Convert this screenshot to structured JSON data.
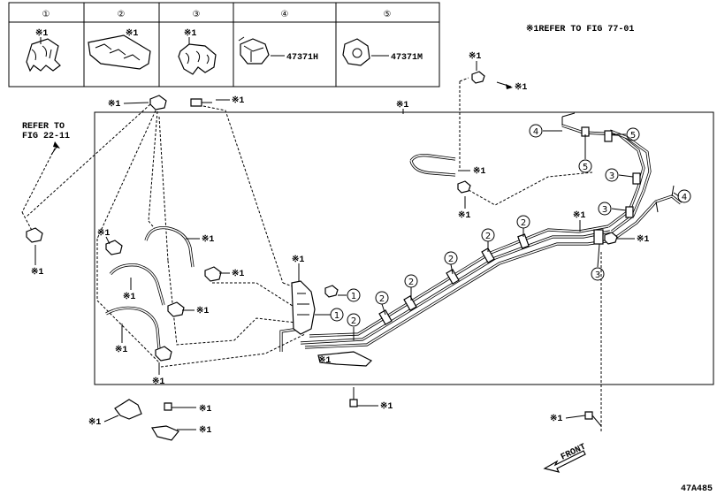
{
  "legend": {
    "cells": [
      {
        "num": "①",
        "mark": "※1",
        "code": ""
      },
      {
        "num": "②",
        "mark": "※1",
        "code": ""
      },
      {
        "num": "③",
        "mark": "※1",
        "code": ""
      },
      {
        "num": "④",
        "mark": "",
        "code": "47371H"
      },
      {
        "num": "⑤",
        "mark": "",
        "code": "47371M"
      }
    ]
  },
  "refs": {
    "fig77": "※1REFER TO FIG 77-01",
    "fig22_line1": "REFER TO",
    "fig22_line2": "FIG 22-11"
  },
  "mark": "※1",
  "callouts": {
    "c1": "1",
    "c2": "2",
    "c3": "3",
    "c4": "4",
    "c5": "5"
  },
  "front_label": "FRONT",
  "diagram_code": "47A485"
}
